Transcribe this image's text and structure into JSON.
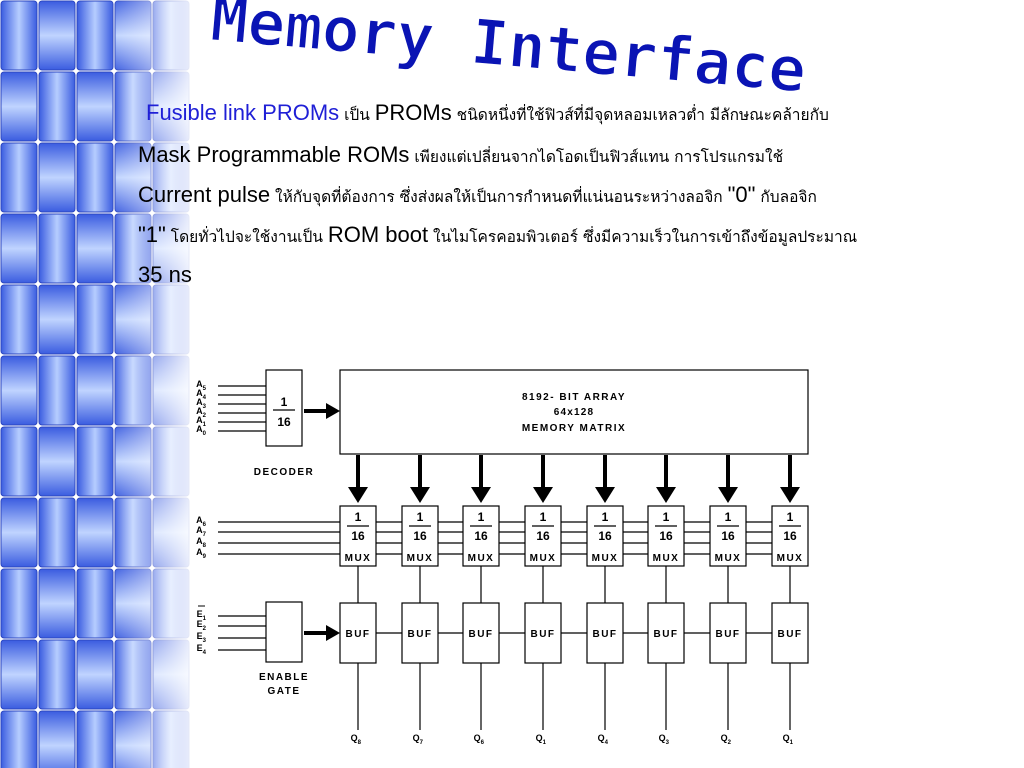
{
  "title": "Memory Interface",
  "lines": [
    [
      {
        "t": "Fusible link PROMs",
        "k": "lat hl"
      },
      {
        "t": " เป็น ",
        "k": "thai"
      },
      {
        "t": "PROMs",
        "k": "lat"
      },
      {
        "t": " ชนิดหนึ่งที่ใช้ฟิวส์ที่มีจุดหลอมเหลวต่ำ มีลักษณะคล้ายกับ",
        "k": "thai"
      }
    ],
    [
      {
        "t": "Mask Programmable ROMs",
        "k": "lat"
      },
      {
        "t": " เพียงแต่เปลี่ยนจากไดโอดเป็นฟิวส์แทน การโปรแกรมใช้",
        "k": "thai"
      }
    ],
    [
      {
        "t": "Current pulse",
        "k": "lat"
      },
      {
        "t": " ให้กับจุดที่ต้องการ ซึ่งส่งผลให้เป็นการกำหนดที่แน่นอนระหว่างลอจิก ",
        "k": "thai"
      },
      {
        "t": "\"0\"",
        "k": "lat"
      },
      {
        "t": " กับลอจิก",
        "k": "thai"
      }
    ],
    [
      {
        "t": "\"1\"",
        "k": "lat"
      },
      {
        "t": "  โดยทั่วไปจะใช้งานเป็น ",
        "k": "thai"
      },
      {
        "t": "ROM boot",
        "k": "lat"
      },
      {
        "t": " ในไมโครคอมพิวเตอร์ ซึ่งมีความเร็วในการเข้าถึงข้อมูลประมาณ",
        "k": "thai"
      }
    ],
    [
      {
        "t": "35 ns",
        "k": "lat"
      }
    ]
  ],
  "diagram": {
    "array_lines": [
      "8192- BIT ARRAY",
      "64x128",
      "MEMORY MATRIX"
    ],
    "decoder_label": "DECODER",
    "fraction_num": "1",
    "fraction_den": "16",
    "mux_label": "MUX",
    "buf_label": "BUF",
    "enable_label_lines": [
      "ENABLE",
      "GATE"
    ],
    "decoder_inputs": [
      {
        "letter": "A",
        "sub": "5"
      },
      {
        "letter": "A",
        "sub": "4"
      },
      {
        "letter": "A",
        "sub": "3"
      },
      {
        "letter": "A",
        "sub": "2"
      },
      {
        "letter": "A",
        "sub": "1"
      },
      {
        "letter": "A",
        "sub": "0"
      }
    ],
    "mux_inputs": [
      {
        "letter": "A",
        "sub": "6"
      },
      {
        "letter": "A",
        "sub": "7"
      },
      {
        "letter": "A",
        "sub": "8"
      },
      {
        "letter": "A",
        "sub": "9"
      }
    ],
    "enable_inputs": [
      {
        "letter": "E",
        "sub": "1"
      },
      {
        "letter": "E",
        "sub": "2"
      },
      {
        "letter": "E",
        "sub": "3"
      },
      {
        "letter": "E",
        "sub": "4"
      }
    ],
    "outputs": [
      {
        "letter": "Q",
        "sub": "8"
      },
      {
        "letter": "Q",
        "sub": "7"
      },
      {
        "letter": "Q",
        "sub": "6"
      },
      {
        "letter": "Q",
        "sub": "1"
      },
      {
        "letter": "Q",
        "sub": "4"
      },
      {
        "letter": "Q",
        "sub": "3"
      },
      {
        "letter": "Q",
        "sub": "2"
      },
      {
        "letter": "Q",
        "sub": "1"
      }
    ]
  },
  "colors": {
    "title_fill": "#0a14b4",
    "highlight": "#1f1fd6",
    "tile_light": "#a9c4ff",
    "tile_dark": "#3b5bde"
  }
}
